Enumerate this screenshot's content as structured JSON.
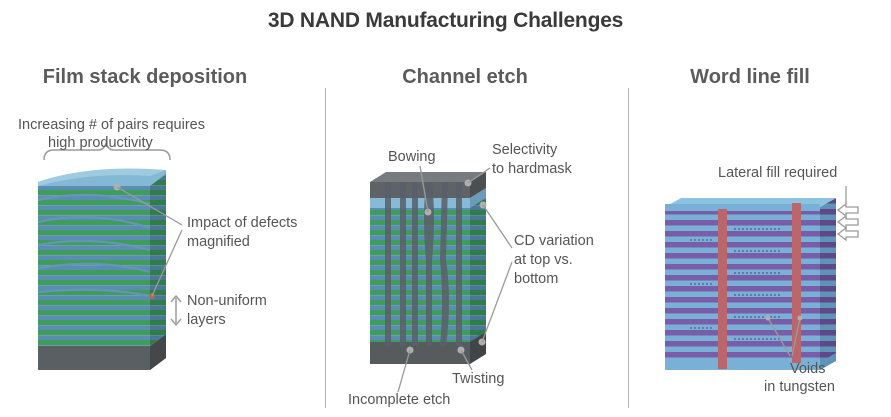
{
  "title": "3D NAND Manufacturing Challenges",
  "panels": [
    {
      "title": "Film stack deposition",
      "labels": {
        "pairs_line1": "Increasing # of pairs requires",
        "pairs_line2": "high productivity",
        "defects_line1": "Impact of defects",
        "defects_line2": "magnified",
        "nonuniform_line1": "Non-uniform",
        "nonuniform_line2": "layers"
      }
    },
    {
      "title": "Channel etch",
      "labels": {
        "bowing": "Bowing",
        "selectivity_line1": "Selectivity",
        "selectivity_line2": "to hardmask",
        "cd_line1": "CD variation",
        "cd_line2": "at top vs.",
        "cd_line3": "bottom",
        "twisting": "Twisting",
        "incomplete": "Incomplete etch"
      }
    },
    {
      "title": "Word line fill",
      "labels": {
        "lateral": "Lateral fill required",
        "voids_line1": "Voids",
        "voids_line2": "in tungsten"
      }
    }
  ],
  "colors": {
    "green_layer": "#3f9d5a",
    "blue_layer": "#5b8db4",
    "top_cap": "#7fb6d3",
    "base_gray": "#555a5e",
    "hardmask": "#5f6366",
    "purple_layer": "#7a5da8",
    "wl_blue": "#79b1d6",
    "plug_red": "#b9676d",
    "callout": "#9a9a9a"
  }
}
